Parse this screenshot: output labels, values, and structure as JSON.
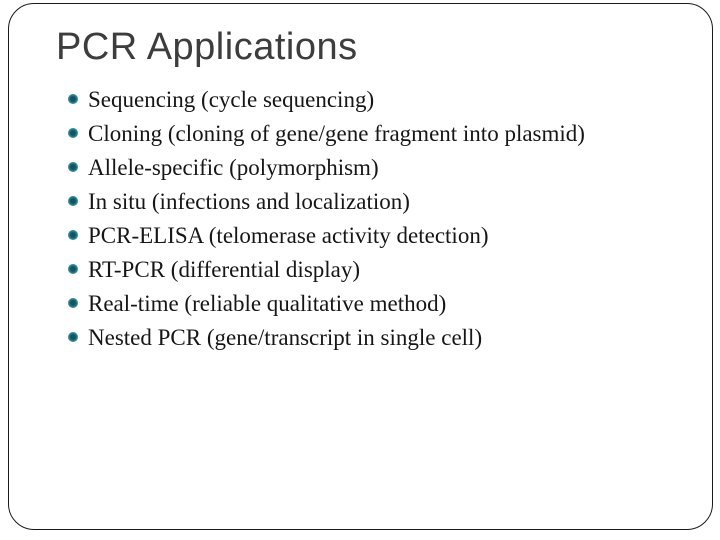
{
  "slide": {
    "title": "PCR Applications",
    "bullets": [
      "Sequencing (cycle sequencing)",
      "Cloning (cloning of gene/gene fragment into plasmid)",
      "Allele-specific (polymorphism)",
      "In situ (infections and localization)",
      "PCR-ELISA (telomerase activity detection)",
      "RT-PCR (differential display)",
      "Real-time (reliable qualitative method)",
      "Nested PCR (gene/transcript in single cell)"
    ],
    "bullet_icon": "filled-circle",
    "colors": {
      "background": "#ffffff",
      "border": "#1a1a1a",
      "title": "#3d3d3d",
      "body": "#161616",
      "bullet": "#2e8a9e",
      "bullet_core": "#14545f"
    }
  }
}
